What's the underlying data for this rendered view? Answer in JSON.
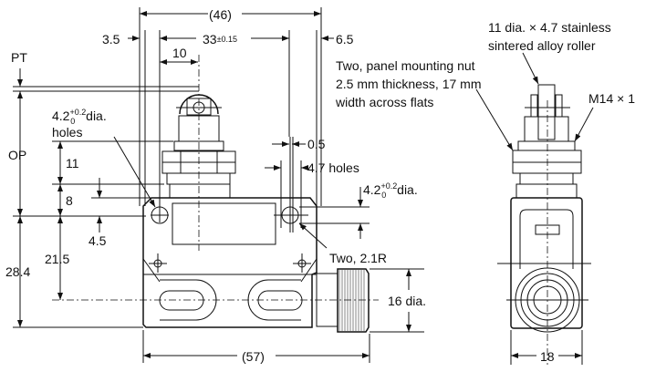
{
  "title": "Limit switch dimensional drawing",
  "dimensions": {
    "overall_width": "(46)",
    "left_offset": "3.5",
    "hole_pitch": "33",
    "hole_pitch_tol": "±0.15",
    "right_offset": "6.5",
    "roller_offset": "10",
    "pt": "PT",
    "op": "OP",
    "d11": "11",
    "d8": "8",
    "d4_5": "4.5",
    "d21_5": "21.5",
    "d28_4": "28.4",
    "d0_5": "0.5",
    "holes_4_7": "4.7 holes",
    "overall_length": "(57)",
    "knob_dia": "16 dia.",
    "side_width": "18"
  },
  "labels": {
    "left_hole_main": "4.2",
    "left_hole_sup": "+0.2",
    "left_hole_sub": "0",
    "left_hole_suffix": " dia.",
    "left_hole_line2": "holes",
    "right_hole_main": "4.2",
    "right_hole_sup": "+0.2",
    "right_hole_sub": "0",
    "right_hole_suffix": " dia.",
    "radius": "Two, 2.1R",
    "nut_line1": "Two, panel mounting nut",
    "nut_line2": "2.5 mm thickness, 17 mm",
    "nut_line3": "width across flats",
    "roller_line1": "11 dia. × 4.7 stainless",
    "roller_line2": "sintered alloy roller",
    "thread": "M14 × 1"
  }
}
